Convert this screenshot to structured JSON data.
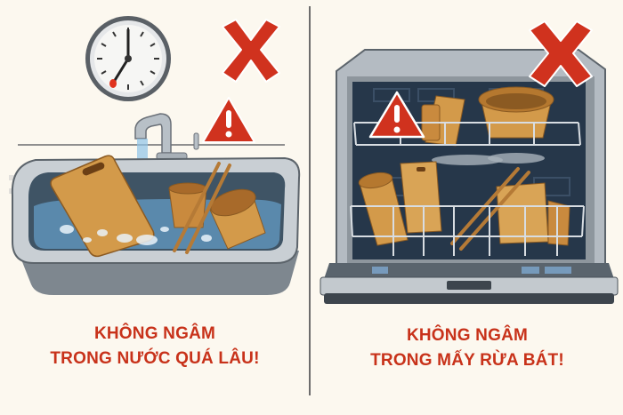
{
  "left_panel": {
    "caption": {
      "line1": "KHÔNG NGÂM",
      "line2": "TRONG NƯỚC QUÁ LÂU!"
    },
    "icons": [
      "clock-icon",
      "cross-icon",
      "warning-icon"
    ],
    "clock_time": "7:00",
    "scene": "wooden cutting board, cups and chopsticks soaking in sink full of water"
  },
  "right_panel": {
    "caption": {
      "line1": "KHÔNG NGÂM",
      "line2": "TRONG MẤY RỪA BÁT!"
    },
    "icons": [
      "cross-icon",
      "warning-icon"
    ],
    "scene": "wooden cups, cutting boards and chopsticks inside dishwasher"
  },
  "colors": {
    "background": "#fcf8ef",
    "warning_red": "#d0321e",
    "caption_red": "#c8321a",
    "divider": "#6d6d6d",
    "wood": "#d39a4a",
    "water": "#5d8fb4",
    "steel": "#9aa3ab"
  }
}
